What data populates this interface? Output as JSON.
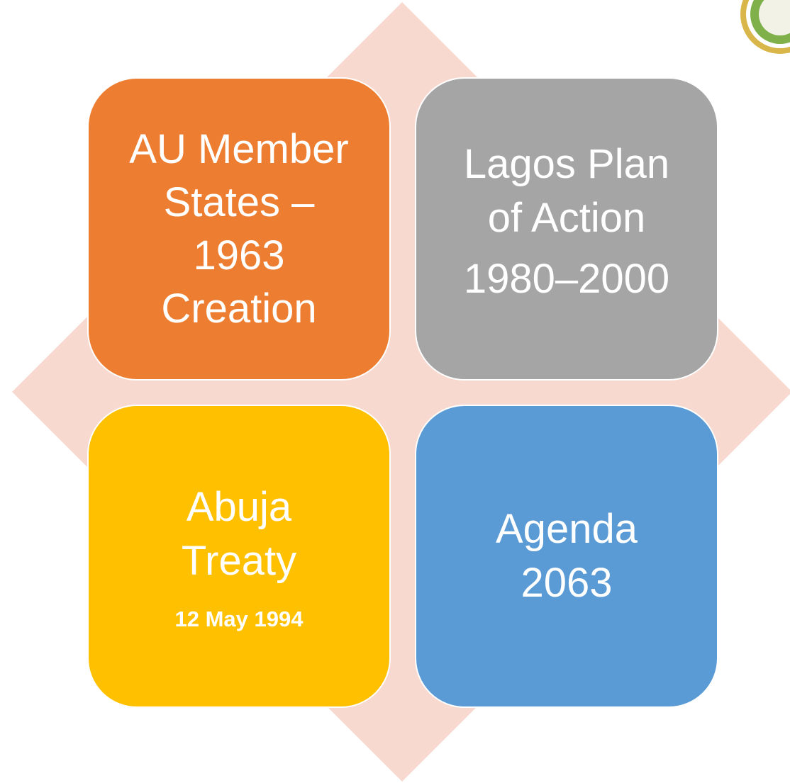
{
  "colors": {
    "background": "#ffffff",
    "diamond": "#f7d9cf",
    "orange": "#ed7d31",
    "gray": "#a5a5a5",
    "gold": "#ffc000",
    "blue": "#5b9bd5",
    "text": "#ffffff"
  },
  "tiles": [
    {
      "main": "AU Member States – 1963 Creation",
      "color": "#ed7d31"
    },
    {
      "main": "Lagos Plan of Action",
      "sub": "1980–2000",
      "color": "#a5a5a5"
    },
    {
      "main": "Abuja Treaty",
      "note": "12 May 1994",
      "color": "#ffc000"
    },
    {
      "main": "Agenda 2063",
      "color": "#5b9bd5"
    }
  ],
  "icons": {
    "background_shape": "diamond-shape",
    "corner_logo": "au-emblem-partial"
  }
}
